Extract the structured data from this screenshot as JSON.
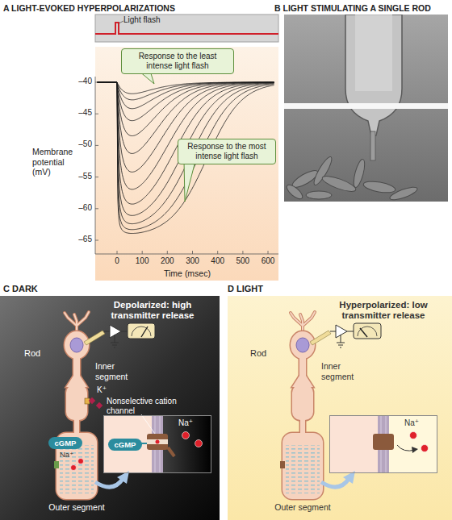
{
  "diagram": {
    "nodes": [
      {
        "text": [
          "Response to the least intense light flash"
        ]
      },
      {
        "text": [
          "Response to the most intense light flash"
        ]
      },
      {
        "text": [
          "Depolarized: high transmitter release"
        ]
      },
      {
        "text": [
          "cGMP"
        ],
        "in": 2
      },
      {
        "text": [
          "Na⁺"
        ],
        "in": 2
      },
      {
        "text": [
          "cGMP"
        ],
        "in": 4
      },
      {
        "text": [
          "Hyperpolarized: low transmitter release"
        ]
      },
      {
        "text": [
          "Na⁺"
        ],
        "in": 6
      }
    ],
    "labels": [
      "A LIGHT-EVOKED HYPERPOLARIZATIONS",
      "B LIGHT STIMULATING A SINGLE ROD",
      "Light flash",
      "Membrane potential (mV)",
      "–40",
      "–45",
      "–50",
      "–55",
      "–60",
      "–65",
      "0",
      "100",
      "200",
      "300",
      "400",
      "500",
      "600",
      "Time (msec)",
      "C DARK",
      "D LIGHT",
      "Rod",
      "Inner segment",
      "K⁺",
      "Nonselective cation channel",
      "Na⁺",
      "Outer segment",
      "Rod",
      "Inner segment",
      "Outer segment"
    ]
  }
}
